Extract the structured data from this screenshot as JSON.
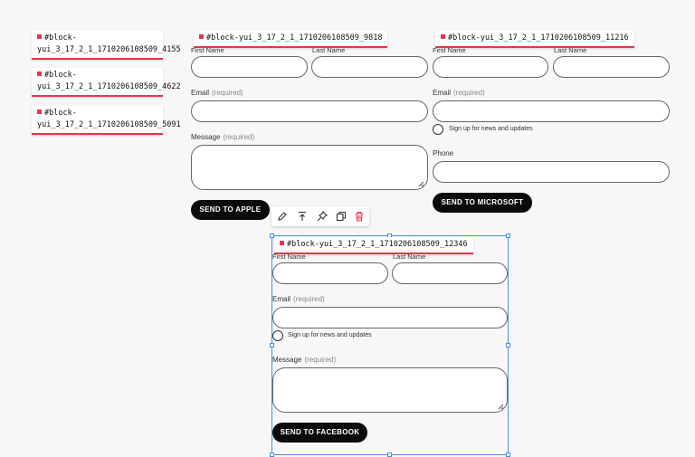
{
  "sidebar_blocks": [
    {
      "line1": "#block-",
      "line2": "yui_3_17_2_1_1710206108509_4155"
    },
    {
      "line1": "#block-",
      "line2": "yui_3_17_2_1_1710206108509_4622"
    },
    {
      "line1": "#block-",
      "line2": "yui_3_17_2_1_1710206108509_5091"
    }
  ],
  "form_apple": {
    "tag": "#block-yui_3_17_2_1_1710206108509_9818",
    "first_name": "First Name",
    "last_name": "Last Name",
    "email": "Email",
    "required": "(required)",
    "message": "Message",
    "button": "SEND TO APPLE"
  },
  "form_microsoft": {
    "tag": "#block-yui_3_17_2_1_1710206108509_11216",
    "first_name": "First Name",
    "last_name": "Last Name",
    "email": "Email",
    "required": "(required)",
    "signup": "Sign up for news and updates",
    "phone": "Phone",
    "button": "SEND TO MICROSOFT"
  },
  "form_facebook": {
    "tag": "#block-yui_3_17_2_1_1710206108509_12346",
    "first_name": "First Name",
    "last_name": "Last Name",
    "email": "Email",
    "required": "(required)",
    "signup": "Sign up for news and updates",
    "message": "Message",
    "button": "SEND TO FACEBOOK"
  },
  "toolbar": {
    "icons": [
      "edit-icon",
      "move-top-icon",
      "pin-icon",
      "duplicate-icon",
      "delete-icon"
    ],
    "delete_color": "#e8344e"
  },
  "colors": {
    "accent": "#e8344e",
    "selection": "#4a90e2"
  }
}
